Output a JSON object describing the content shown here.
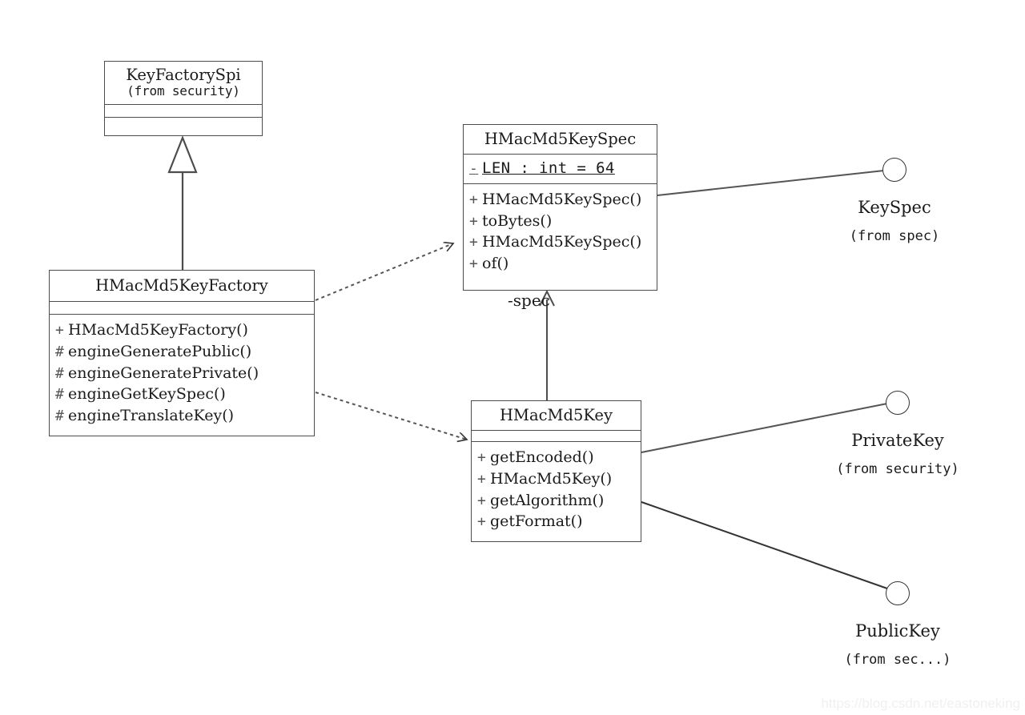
{
  "diagram": {
    "type": "uml-class-diagram",
    "background": "#ffffff",
    "line_color": "#4d4d4d"
  },
  "classes": [
    {
      "id": "KeyFactorySpi",
      "name": "KeyFactorySpi",
      "package": "(from security)",
      "attributes": [],
      "operations": []
    },
    {
      "id": "HMacMd5KeyFactory",
      "name": "HMacMd5KeyFactory",
      "package": "",
      "attributes": [],
      "operations": [
        {
          "visibility": "+",
          "label": "HMacMd5KeyFactory()"
        },
        {
          "visibility": "#",
          "label": "engineGeneratePublic()"
        },
        {
          "visibility": "#",
          "label": "engineGeneratePrivate()"
        },
        {
          "visibility": "#",
          "label": "engineGetKeySpec()"
        },
        {
          "visibility": "#",
          "label": "engineTranslateKey()"
        }
      ]
    },
    {
      "id": "HMacMd5KeySpec",
      "name": "HMacMd5KeySpec",
      "package": "",
      "attributes": [
        {
          "visibility": "-",
          "label": "LEN : int = 64",
          "static": true
        }
      ],
      "operations": [
        {
          "visibility": "+",
          "label": "HMacMd5KeySpec()"
        },
        {
          "visibility": "+",
          "label": "toBytes()"
        },
        {
          "visibility": "+",
          "label": "HMacMd5KeySpec()"
        },
        {
          "visibility": "+",
          "label": "of()"
        }
      ]
    },
    {
      "id": "HMacMd5Key",
      "name": "HMacMd5Key",
      "package": "",
      "attributes": [],
      "operations": [
        {
          "visibility": "+",
          "label": "getEncoded()"
        },
        {
          "visibility": "+",
          "label": "HMacMd5Key()"
        },
        {
          "visibility": "+",
          "label": "getAlgorithm()"
        },
        {
          "visibility": "+",
          "label": "getFormat()"
        }
      ]
    }
  ],
  "interfaces": [
    {
      "id": "KeySpec",
      "name": "KeySpec",
      "package": "(from spec)"
    },
    {
      "id": "PrivateKey",
      "name": "PrivateKey",
      "package": "(from security)"
    },
    {
      "id": "PublicKey",
      "name": "PublicKey",
      "package": "(from sec...)"
    }
  ],
  "relationships": [
    {
      "kind": "generalization",
      "from": "HMacMd5KeyFactory",
      "to": "KeyFactorySpi",
      "label": ""
    },
    {
      "kind": "dependency",
      "from": "HMacMd5KeyFactory",
      "to": "HMacMd5KeySpec",
      "label": ""
    },
    {
      "kind": "dependency",
      "from": "HMacMd5KeyFactory",
      "to": "HMacMd5Key",
      "label": ""
    },
    {
      "kind": "association",
      "from": "HMacMd5Key",
      "to": "HMacMd5KeySpec",
      "label": "-spec"
    },
    {
      "kind": "realization",
      "from": "HMacMd5KeySpec",
      "to": "KeySpec",
      "label": ""
    },
    {
      "kind": "realization",
      "from": "HMacMd5Key",
      "to": "PrivateKey",
      "label": ""
    },
    {
      "kind": "realization",
      "from": "HMacMd5Key",
      "to": "PublicKey",
      "label": ""
    }
  ],
  "edge_labels": {
    "spec": "-spec"
  },
  "watermark": "https://blog.csdn.net/eastoneking"
}
